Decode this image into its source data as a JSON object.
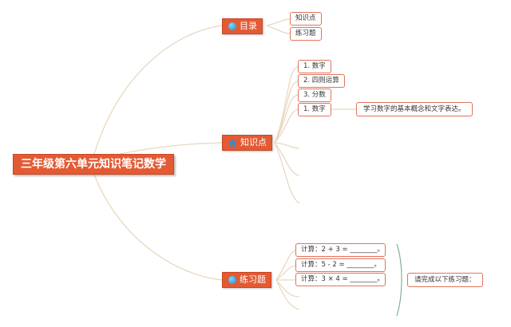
{
  "root": {
    "label": "三年级第六单元知识笔记数学"
  },
  "toc": {
    "label": "目录",
    "icon": "globe-icon",
    "items": [
      "知识点",
      "练习题"
    ]
  },
  "knowledge": {
    "label": "知识点",
    "icon": "home-icon",
    "items": [
      "1. 数字",
      "2. 四则运算",
      "3. 分数",
      "1. 数字"
    ],
    "note": "学习数字的基本概念和文字表达。"
  },
  "exercises": {
    "label": "练习题",
    "icon": "globe-icon",
    "items": [
      "计算：2 + 3 = ________。",
      "计算：5 - 2 = ________。",
      "计算：3 × 4 = ________。"
    ],
    "summary": "请完成以下练习题："
  },
  "colors": {
    "branch": "#e35a33",
    "link": "#e8d8c0",
    "leaf_border": "#e1735a",
    "brace": "#7fb0a0"
  }
}
